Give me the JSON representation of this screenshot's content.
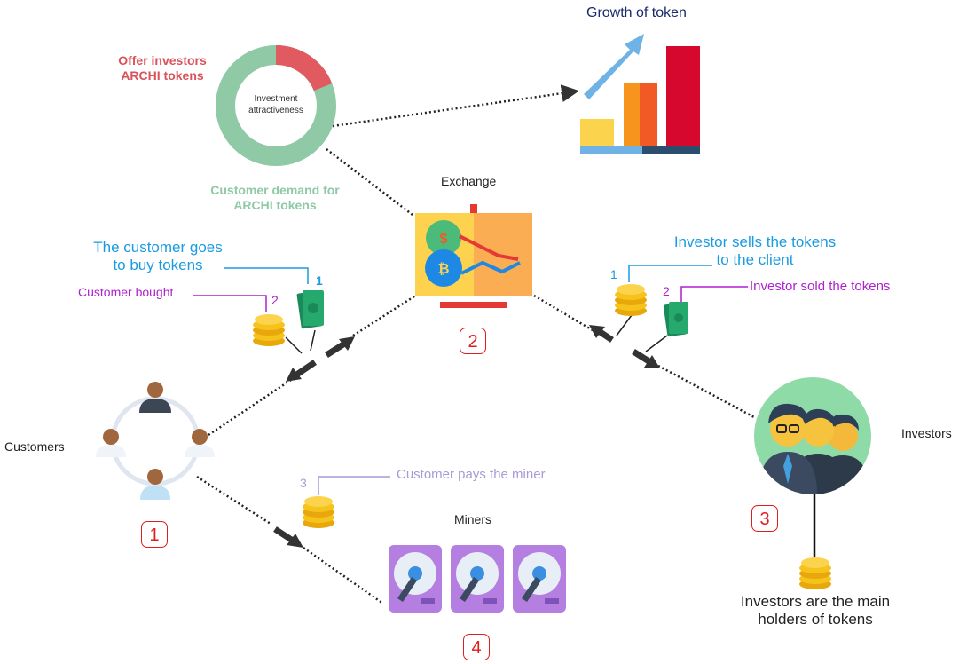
{
  "donut": {
    "center_label": "Investment attractiveness",
    "segments": [
      {
        "label": "Offer investors ARCHI tokens",
        "percent": 19,
        "color": "#e05a5f"
      },
      {
        "label": "Customer demand for ARCHI tokens",
        "percent": 81,
        "color": "#8fc9a6"
      }
    ]
  },
  "labels": {
    "offer_line1": "Offer investors",
    "offer_line2": "ARCHI tokens",
    "demand_line1": "Customer demand for",
    "demand_line2": "ARCHI tokens",
    "growth": "Growth of token",
    "exchange": "Exchange",
    "customer_goes_line1": "The customer goes",
    "customer_goes_line2": "to buy tokens",
    "customer_bought": "Customer bought",
    "investor_sells_line1": "Investor sells the tokens",
    "investor_sells_line2": "to the client",
    "investor_sold": "Investor sold the tokens",
    "customers": "Customers",
    "investors": "Investors",
    "customer_pays": "Customer pays the miner",
    "miners": "Miners",
    "holders_line1": "Investors are the main",
    "holders_line2": "holders of tokens"
  },
  "step_numbers": {
    "cust_goes": "1",
    "cust_bought": "2",
    "inv_sells": "1",
    "inv_sold": "2",
    "cust_pays": "3"
  },
  "boxes": [
    "1",
    "2",
    "3",
    "4"
  ],
  "colors": {
    "red": "#d9525a",
    "green": "#8fc9a6",
    "blue": "#1a9be0",
    "purple": "#b01fd0",
    "lavender": "#a99ad6",
    "navy": "#1a2a6c",
    "box_red": "#e11d1d"
  },
  "icons": [
    "bar-chart-icon",
    "growth-arrow-icon",
    "exchange-board-icon",
    "coins-icon",
    "cash-icon",
    "people-network-icon",
    "investors-group-icon",
    "hard-drive-icon"
  ]
}
